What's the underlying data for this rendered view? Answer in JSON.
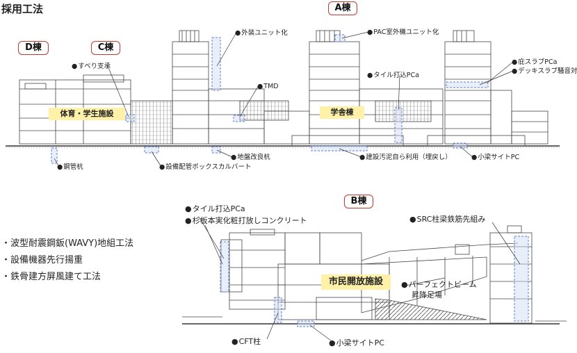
{
  "title": "採用工法",
  "buildings": {
    "a": "A棟",
    "b": "B棟",
    "c": "C棟",
    "d": "D棟"
  },
  "facilities": {
    "gym": "体育・学生施設",
    "school": "学舎棟",
    "civic": "市民開放施設"
  },
  "annotations_top": {
    "exterior_unit": "外装ユニット化",
    "pac_unit": "PAC室外機ユニット化",
    "slip_support": "すべり支承",
    "tmd": "TMD",
    "tile_pca": "タイル打込PCa",
    "eave_slab": "庇スラブPCa",
    "deck_slab": "デッキスラブ騒音対策",
    "steel_pile": "鋼管杭",
    "culvert": "設備配管ボックスカルバート",
    "ground_improve": "地盤改良杭",
    "soil_reuse": "建設汚泥自ら利用（埋戻し）",
    "beam_pc_top": "小梁サイトPC"
  },
  "annotations_bottom": {
    "tile_pca_b": "タイル打込PCa",
    "cedar_concrete": "杉板本実化粧打放しコンクリート",
    "src_rebar": "SRC柱梁鉄筋先組み",
    "perfect_beam_1": "パーフェクトビーム",
    "perfect_beam_2": "昇降足場",
    "cft": "CFT柱",
    "beam_pc_bottom": "小梁サイトPC"
  },
  "methods": [
    "・波型耐震鋼鈑(WAVY)地組工法",
    "・設備機器先行揚重",
    "・鉄骨建方屏風建て工法"
  ],
  "colors": {
    "tag_border": "#c0392b",
    "highlight": "#fff2a8",
    "dashed_box": "#5b7fd0"
  }
}
